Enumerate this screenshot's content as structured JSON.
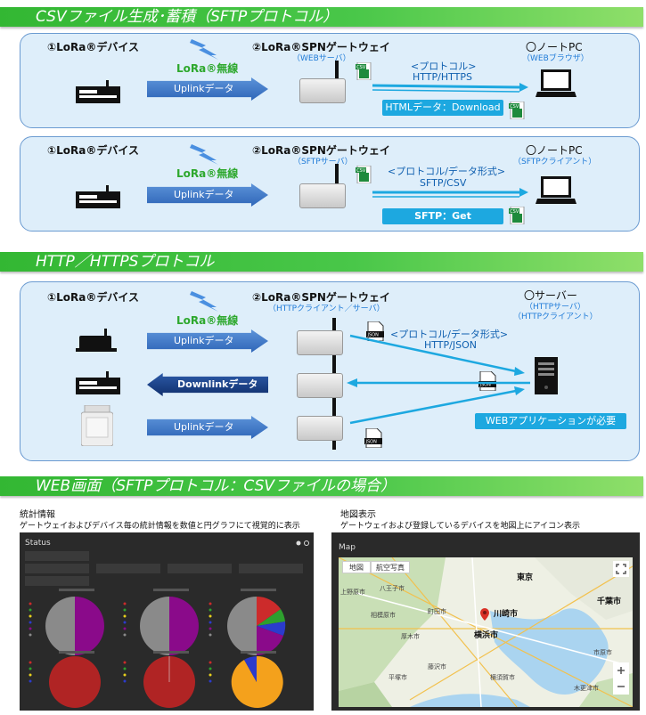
{
  "sections": {
    "s1": "CSVファイル生成･蓄積（SFTPプロトコル）",
    "s2": "HTTP／HTTPSプロトコル",
    "s3": "WEB画面（SFTPプロトコル：CSVファイルの場合）"
  },
  "common": {
    "device": "①LoRa®デバイス",
    "radio": "LoRa®無線",
    "gateway": "②LoRa®SPNゲートウェイ",
    "uplink": "Uplinkデータ",
    "downlink": "Downlinkデータ"
  },
  "p1": {
    "gw_sub": "（WEBサーバ）",
    "pc": "〇ノートPC",
    "pc_sub": "（WEBブラウザ）",
    "proto": "<プロトコル>",
    "proto2": "HTTP/HTTPS",
    "box": "HTMLデータ：Download"
  },
  "p2": {
    "gw_sub": "（SFTPサーバ）",
    "pc": "〇ノートPC",
    "pc_sub": "（SFTPクライアント）",
    "proto": "<プロトコル/データ形式>",
    "proto2": "SFTP/CSV",
    "box": "SFTP：Get"
  },
  "p3": {
    "gw_sub": "（HTTPクライアント／サーバ）",
    "server": "〇サーバー",
    "server_sub1": "（HTTPサーバ）",
    "server_sub2": "（HTTPクライアント）",
    "proto": "<プロトコル/データ形式>",
    "proto2": "HTTP/JSON",
    "box": "WEBアプリケーションが必要"
  },
  "icons": {
    "csv": "CSV",
    "json": "JSON"
  },
  "web": {
    "left_title": "統計情報",
    "left_desc": "ゲートウェイおよびデバイス毎の統計情報を数値と円グラフにて視覚的に表示",
    "right_title": "地図表示",
    "right_desc": "ゲートウェイおよび登録しているデバイスを地図上にアイコン表示",
    "status": "Status",
    "map": "Map",
    "tab_map": "地図",
    "tab_sat": "航空写真"
  },
  "map_labels": [
    "東京",
    "千葉市",
    "川崎市",
    "横浜市",
    "八王子市",
    "相模原市",
    "厚木市",
    "町田市",
    "市原市",
    "木更津市",
    "藤沢市",
    "平塚市",
    "横須賀市",
    "上野原市"
  ],
  "colors": {
    "banner": "#3cbf3c",
    "panel": "#deeefa",
    "arrow": "#3f77c8",
    "accent": "#1da8e0"
  }
}
